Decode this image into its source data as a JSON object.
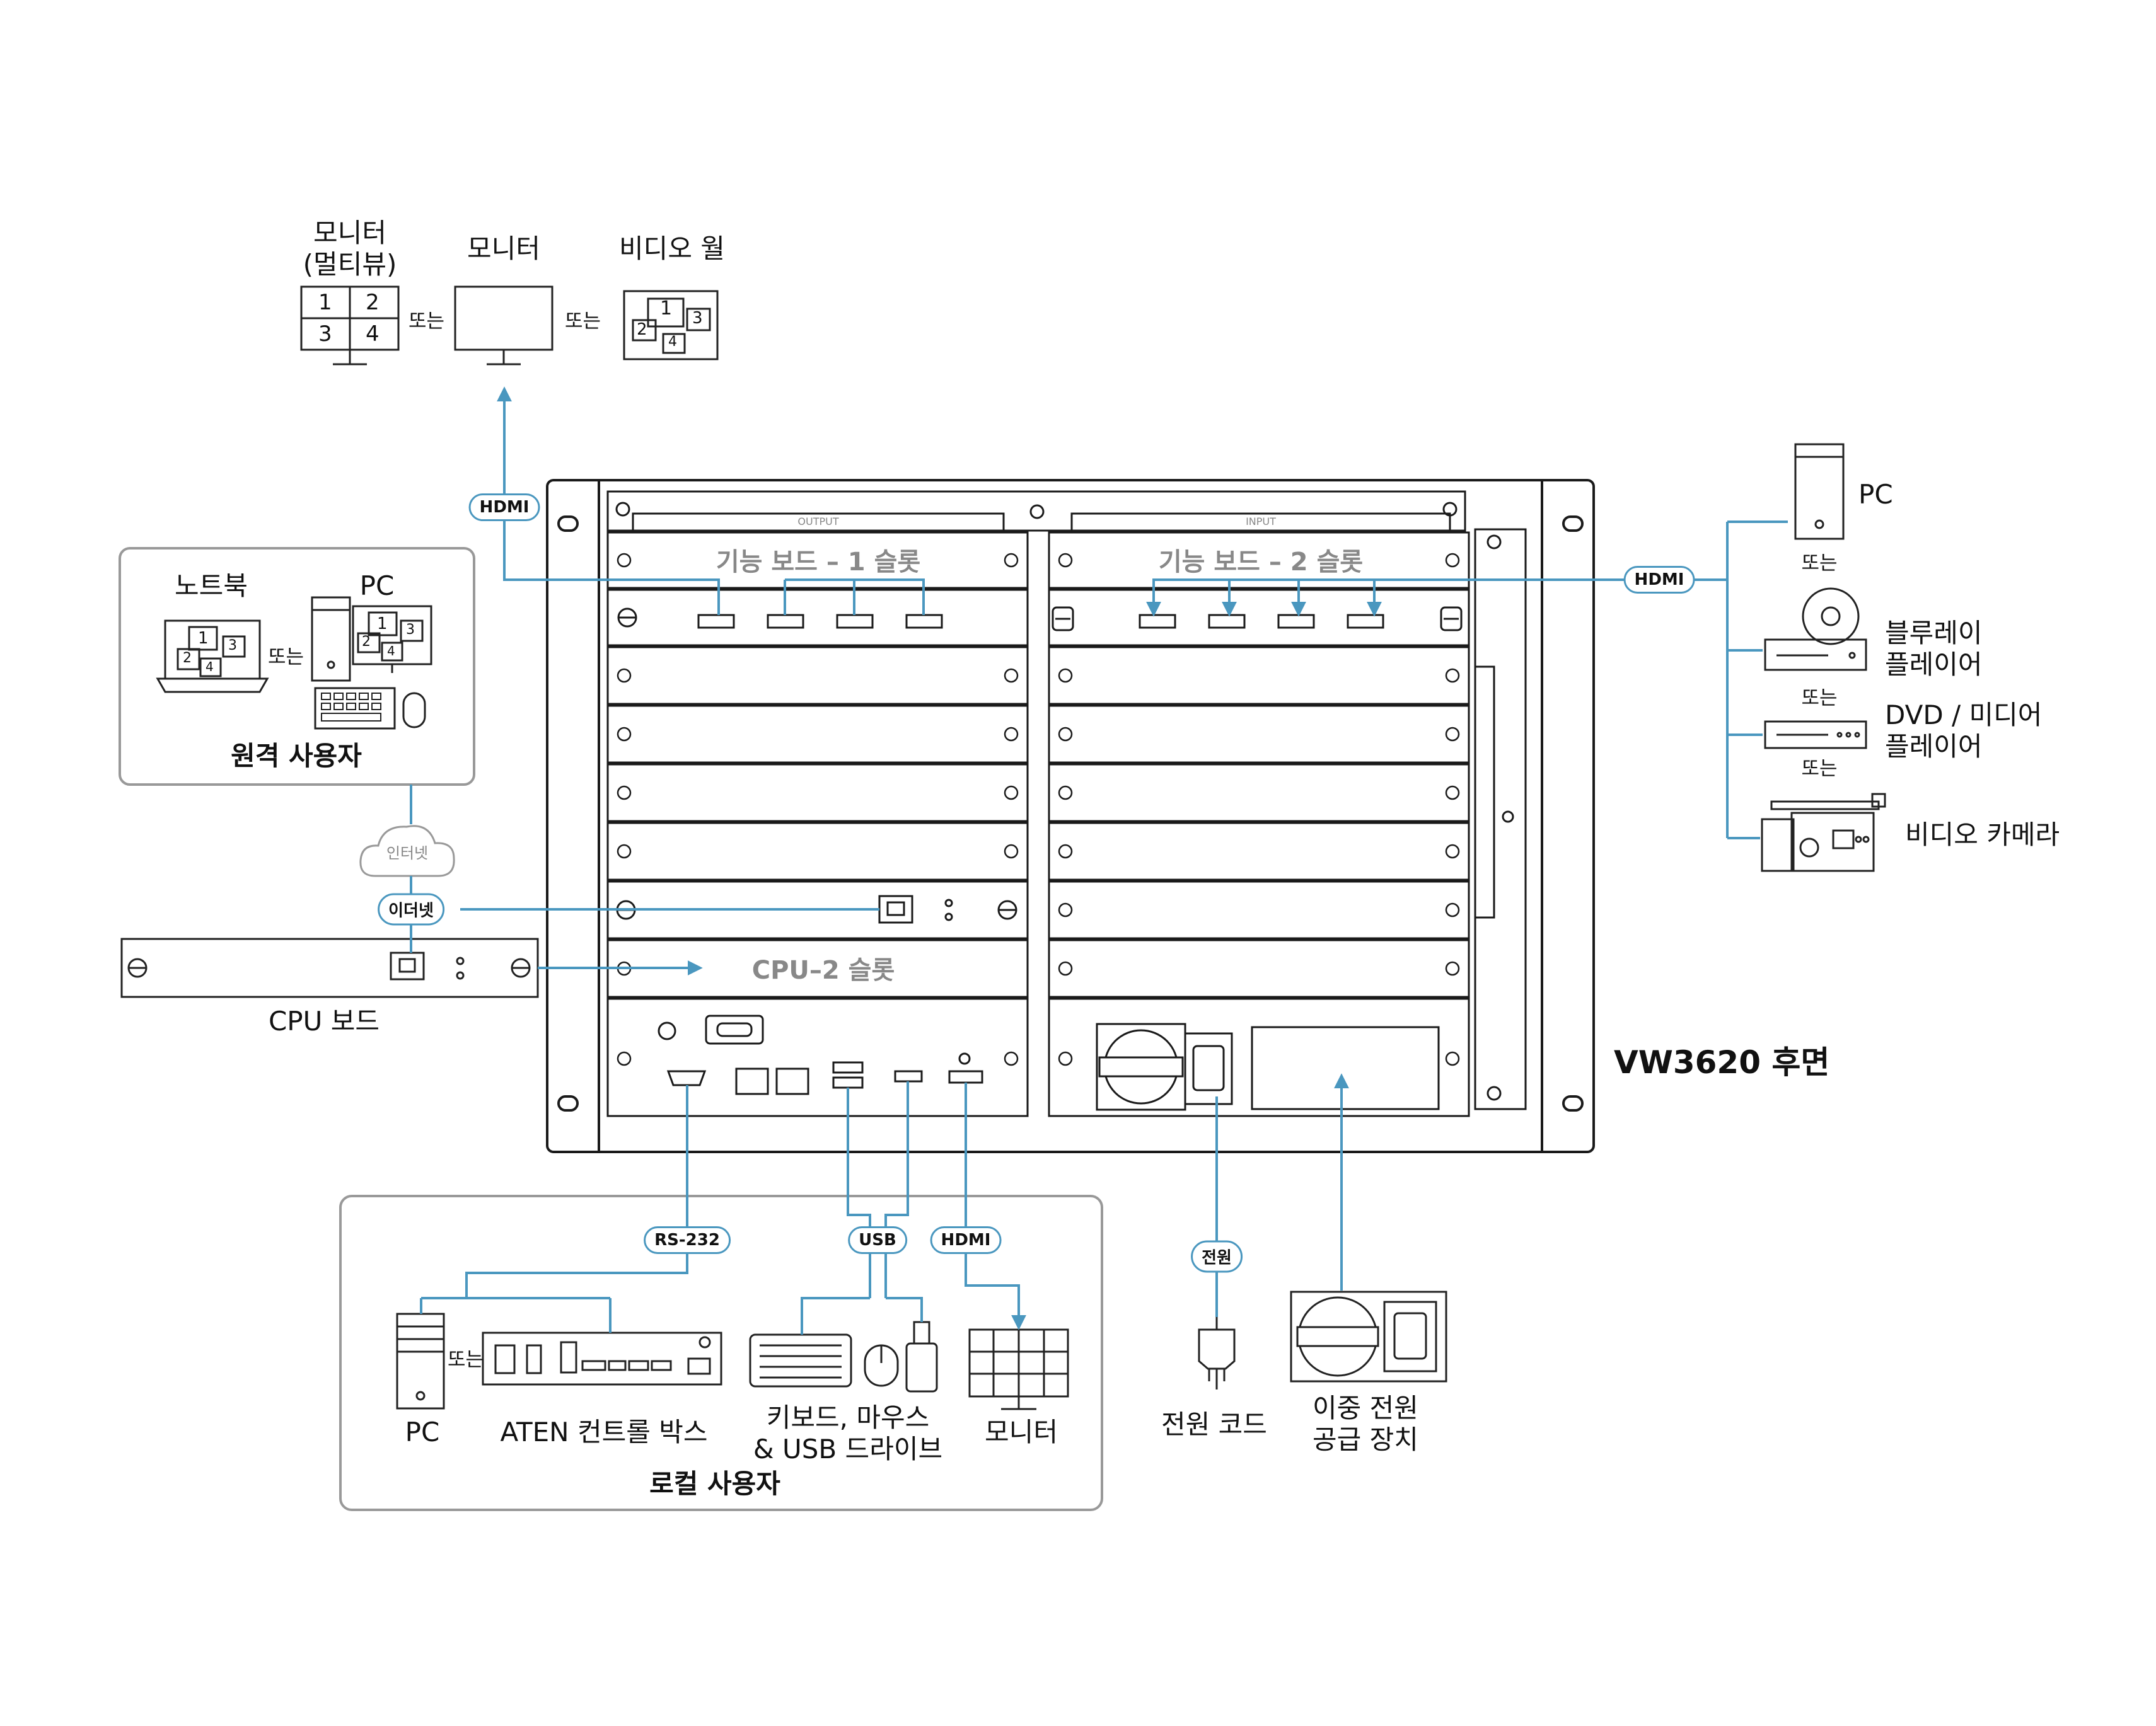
{
  "top_displays": {
    "monitor_multiview": "모니터\n(멀티뷰)",
    "monitor": "모니터",
    "video_wall": "비디오 월",
    "or1": "또는",
    "or2": "또는",
    "multiview_nums": [
      "1",
      "2",
      "3",
      "4"
    ],
    "wall_nums": [
      "1",
      "2",
      "3",
      "4"
    ]
  },
  "remote_user": {
    "laptop": "노트북",
    "pc": "PC",
    "or": "또는",
    "title": "원격 사용자",
    "screen_nums": [
      "1",
      "2",
      "3",
      "4"
    ]
  },
  "network": {
    "internet": "인터넷",
    "ethernet": "이더넷",
    "cpu_board": "CPU 보드"
  },
  "chassis": {
    "output_label": "OUTPUT",
    "input_label": "INPUT",
    "slot1": "기능 보드 – 1 슬롯",
    "slot2": "기능 보드 – 2 슬롯",
    "cpu2_slot": "CPU–2 슬롯",
    "model_title": "VW3620 후면"
  },
  "sources": {
    "pc": "PC",
    "or1": "또는",
    "bluray": "블루레이\n플레이어",
    "or2": "또는",
    "dvd": "DVD / 미디어\n플레이어",
    "or3": "또는",
    "camera": "비디오 카메라"
  },
  "cables": {
    "hdmi_top": "HDMI",
    "hdmi_right": "HDMI",
    "rs232": "RS-232",
    "usb": "USB",
    "hdmi_bottom": "HDMI",
    "power": "전원"
  },
  "local_user": {
    "pc": "PC",
    "or": "또는",
    "aten_box": "ATEN 컨트롤 박스",
    "kbd_mouse": "키보드, 마우스\n& USB 드라이브",
    "monitor": "모니터",
    "title": "로컬 사용자"
  },
  "power": {
    "cord": "전원 코드",
    "dual_supply": "이중 전원\n공급 장치"
  },
  "colors": {
    "cable": "#4a97bf",
    "line": "#1a1a1a",
    "gray_text": "#888888",
    "box_border": "#999999"
  }
}
